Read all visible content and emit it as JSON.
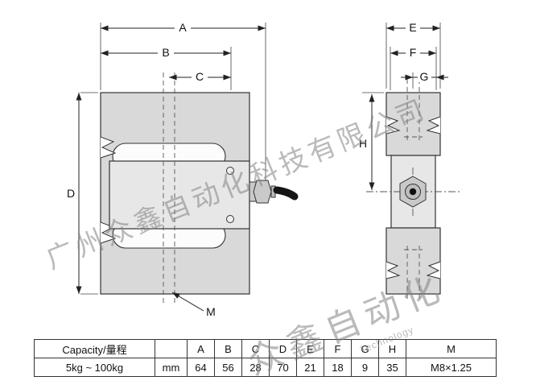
{
  "watermark": {
    "company": "广州众鑫自动化科技有限公司",
    "brand": "众鑫自动化",
    "tech": "Technology"
  },
  "drawing": {
    "labels": {
      "A": "A",
      "B": "B",
      "C": "C",
      "D": "D",
      "E": "E",
      "F": "F",
      "G": "G",
      "H": "H",
      "M": "M"
    }
  },
  "table": {
    "headers": {
      "capacity": "Capacity/量程",
      "unit": "",
      "A": "A",
      "B": "B",
      "C": "C",
      "D": "D",
      "E": "E",
      "F": "F",
      "G": "G",
      "H": "H",
      "M": "M"
    },
    "row": {
      "capacity": "5kg ~ 100kg",
      "unit": "mm",
      "A": "64",
      "B": "56",
      "C": "28",
      "D": "70",
      "E": "21",
      "F": "18",
      "G": "9",
      "H": "35",
      "M": "M8×1.25"
    }
  }
}
